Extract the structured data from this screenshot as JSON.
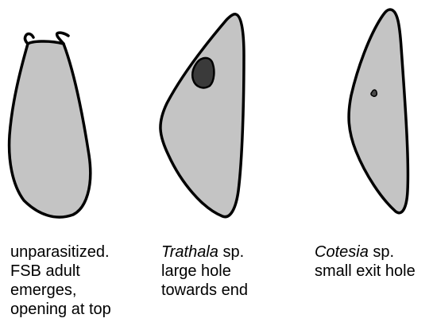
{
  "colors": {
    "body_fill": "#c4c4c4",
    "outline": "#000000",
    "large_hole": "#3a3a3a",
    "small_hole": "#4a4a4a",
    "background": "#ffffff"
  },
  "specimens": [
    {
      "id": "unparasitized",
      "caption_lines": [
        "unparasitized.",
        "FSB adult",
        "emerges,",
        "opening at top"
      ]
    },
    {
      "id": "trathala",
      "caption_genus": "Trathala",
      "caption_suffix": " sp.",
      "caption_lines": [
        "large hole",
        "towards end"
      ]
    },
    {
      "id": "cotesia",
      "caption_genus": "Cotesia",
      "caption_suffix": " sp.",
      "caption_lines": [
        "small exit hole"
      ]
    }
  ]
}
